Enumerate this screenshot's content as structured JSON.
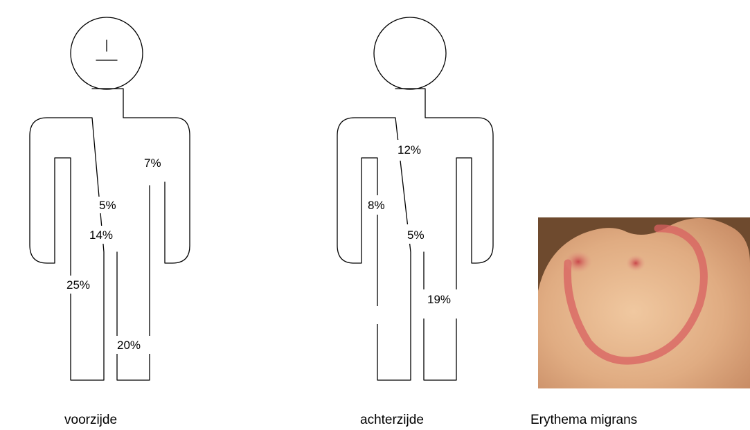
{
  "front": {
    "caption": "voorzijde",
    "labels": {
      "shoulder": "7%",
      "abdomen": "5%",
      "groin": "14%",
      "thigh": "25%",
      "lower_leg": "20%"
    }
  },
  "back": {
    "caption": "achterzijde",
    "labels": {
      "upper_back": "12%",
      "arm": "8%",
      "buttocks": "5%",
      "leg": "19%"
    }
  },
  "photo": {
    "caption": "Erythema migrans",
    "colors": {
      "background": "#6e4a2e",
      "skin_light": "#e9b98f",
      "skin_mid": "#d89a72",
      "rash": "#d75a5a"
    }
  }
}
